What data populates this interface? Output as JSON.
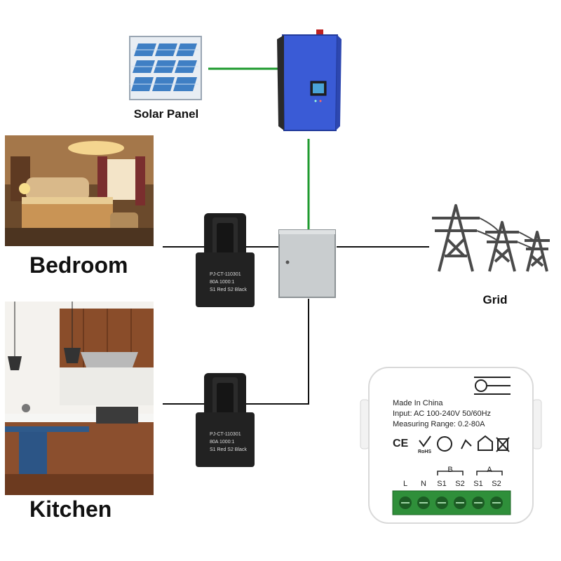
{
  "labels": {
    "solar_panel": "Solar Panel",
    "bedroom": "Bedroom",
    "kitchen": "Kitchen",
    "grid": "Grid"
  },
  "ct_clamp": {
    "line1": "PJ-CT-110301",
    "line2": "80A 1000:1",
    "line3": "S1 Red S2 Black"
  },
  "meter": {
    "made_in": "Made In China",
    "input": "Input: AC 100-240V 50/60Hz",
    "range": "Measuring Range: 0.2-80A",
    "channel_b": "B",
    "channel_a": "A",
    "terminals": [
      "L",
      "N",
      "S1",
      "S2",
      "S1",
      "S2"
    ],
    "cert_marks": [
      "CE",
      "RoHS"
    ]
  },
  "colors": {
    "wire_green": "#1e9a2e",
    "wire_black": "#111111",
    "inverter_blue": "#3a5bd6",
    "terminal_green": "#2f8f3a"
  }
}
